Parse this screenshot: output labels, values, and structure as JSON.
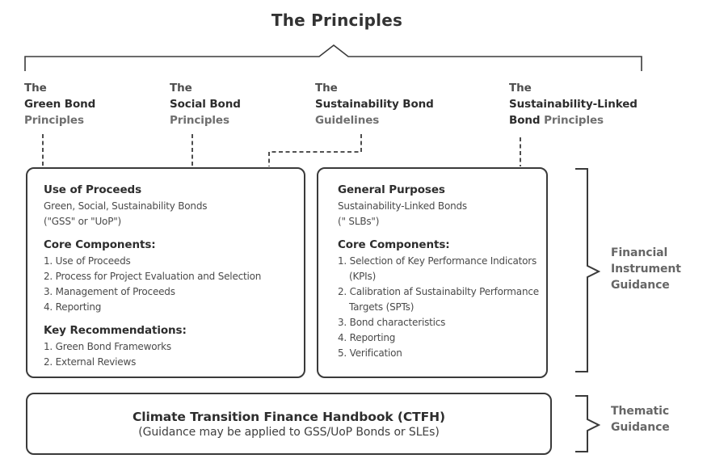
{
  "title": "The Principles",
  "headers": [
    {
      "prefix": "The",
      "bold": "Green Bond",
      "gray": "Principles"
    },
    {
      "prefix": "The",
      "bold": "Social Bond",
      "gray": "Principles"
    },
    {
      "prefix": "The",
      "bold": "Sustainability Bond",
      "gray": "Guidelines"
    },
    {
      "prefix": "The",
      "bold_line1": "Sustainability-Linked",
      "bold_line2": "Bond",
      "gray": "Principles"
    }
  ],
  "left_box": {
    "title": "Use of Proceeds",
    "subtitle_lines": [
      "Green, Social, Sustainability Bonds",
      "(\"GSS\" or \"UoP\")"
    ],
    "core_heading": "Core Components:",
    "core_items": [
      "1. Use of Proceeds",
      "2. Process for Project Evaluation and Selection",
      "3. Management of Proceeds",
      "4. Reporting"
    ],
    "key_heading": "Key Recommendations:",
    "key_items": [
      "1. Green Bond Frameworks",
      "2. External Reviews"
    ]
  },
  "right_box": {
    "title": "General Purposes",
    "subtitle_lines": [
      "Sustainability-Linked Bonds",
      "(\" SLBs\")"
    ],
    "core_heading": "Core Components:",
    "core_items": [
      "1. Selection of Key Performance Indicators (KPIs)",
      "2. Calibration af Sustainabilty Performance Targets (SPTs)",
      "3. Bond characteristics",
      "4. Reporting",
      "5. Verification"
    ]
  },
  "bottom_box": {
    "title": "Climate Transition Finance Handbook (CTFH)",
    "subtitle": "(Guidance may be applied to GSS/UoP Bonds or SLEs)"
  },
  "brace_labels": {
    "financial": [
      "Financial",
      "Instrument",
      "Guidance"
    ],
    "thematic": [
      "Thematic",
      "Guidance"
    ]
  },
  "colors": {
    "text_dark": "#2d2d2d",
    "text_mid": "#4d4d4d",
    "text_gray": "#6f6f6f",
    "line": "#3a3a3a",
    "background": "#ffffff"
  }
}
